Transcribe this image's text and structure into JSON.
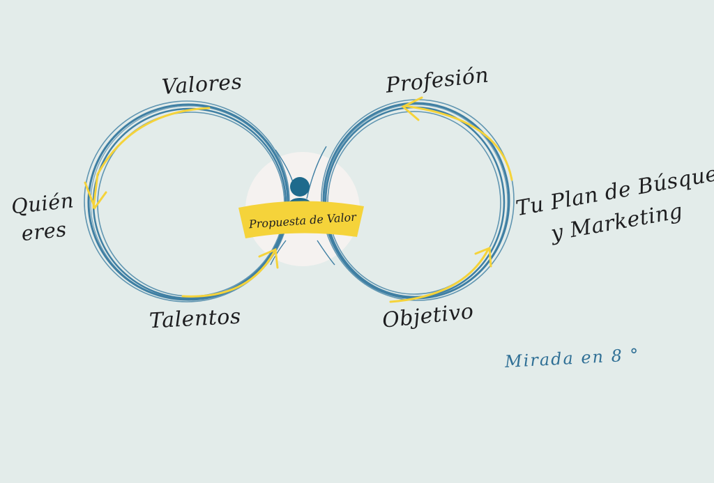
{
  "diagram": {
    "labels": {
      "valores": "Valores",
      "profesion": "Profesión",
      "quien_line1": "Quién",
      "quien_line2": "eres",
      "talentos": "Talentos",
      "objetivo": "Objetivo",
      "plan_line1": "Tu Plan de Búsqueda",
      "plan_line2": "y Marketing",
      "mirada": "Mirada en 8 °"
    },
    "center": {
      "banner": "Propuesta de Valor",
      "icon": "person-icon"
    },
    "colors": {
      "background": "#e3ecea",
      "loop_stroke": "#3f7fa3",
      "accent_yellow": "#f5d33a",
      "person": "#1f6a8c",
      "text": "#1d1d1f",
      "signature_blue": "#2f6f95"
    }
  }
}
